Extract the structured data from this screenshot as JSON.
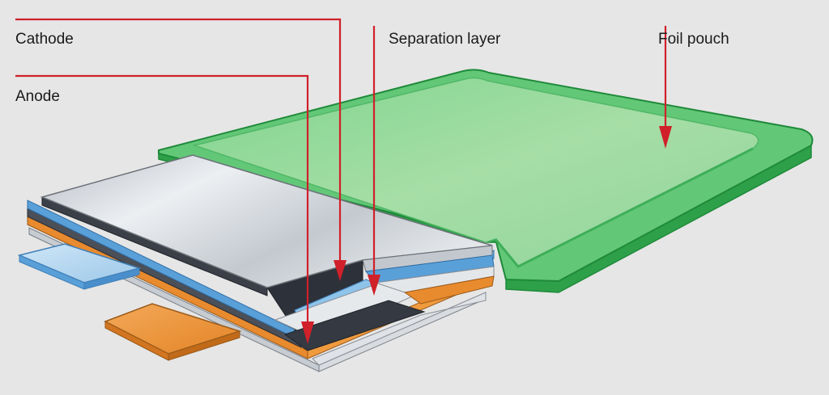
{
  "labels": {
    "cathode": "Cathode",
    "separation_layer": "Separation layer",
    "foil_pouch": "Foil pouch",
    "anode": "Anode"
  },
  "icons": {
    "pointer": "arrow-pointer-icon"
  },
  "colors": {
    "background": "#e6e6e6",
    "pouch_green": "#62c878",
    "pouch_green_light": "#a8dca8",
    "pouch_green_dark": "#2ea049",
    "pouch_outline": "#1f8a3a",
    "electrode_silver": "#d4d8dc",
    "electrode_dark": "#3a3f48",
    "separator_blue": "#5aa0d8",
    "anode_orange": "#e88a2e",
    "arrow_red": "#d0202a"
  }
}
